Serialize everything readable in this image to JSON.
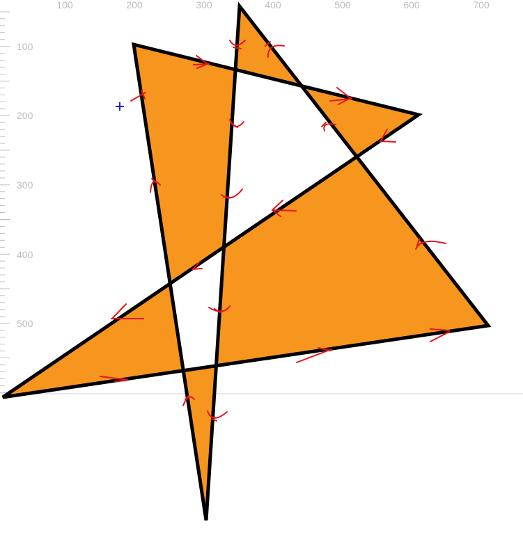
{
  "ruler": {
    "x_labels": [
      "100",
      "200",
      "300",
      "400",
      "500",
      "600",
      "700"
    ],
    "y_labels": [
      "100",
      "200",
      "300",
      "400",
      "500"
    ]
  },
  "colors": {
    "fill": "#f7961e",
    "outline": "#000000",
    "arrows": "#e8141c",
    "cursor": "#1f1fd6",
    "ruler": "#bdbdbd"
  },
  "icons": {
    "cursor": "crosshair-cursor-icon"
  }
}
